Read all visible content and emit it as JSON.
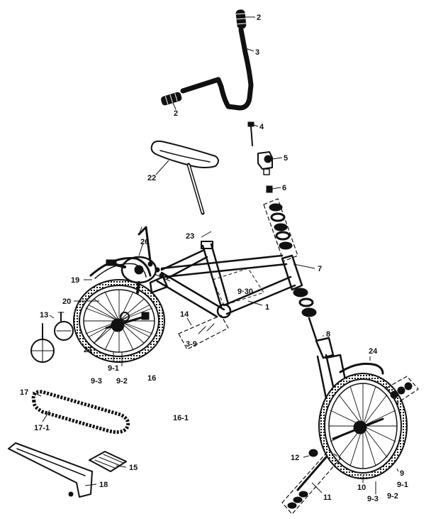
{
  "diagram": {
    "labels": [
      {
        "id": "grip-top",
        "text": "2"
      },
      {
        "id": "handlebar",
        "text": "3"
      },
      {
        "id": "grip-left",
        "text": "2"
      },
      {
        "id": "bolt",
        "text": "4"
      },
      {
        "id": "stem",
        "text": "5"
      },
      {
        "id": "stem-nut",
        "text": "6"
      },
      {
        "id": "headset",
        "text": "7"
      },
      {
        "id": "seat",
        "text": "22"
      },
      {
        "id": "seat-clamp",
        "text": "23"
      },
      {
        "id": "rear-fender",
        "text": "26"
      },
      {
        "id": "rear-tire",
        "text": "19"
      },
      {
        "id": "rear-rim",
        "text": "20"
      },
      {
        "id": "frame",
        "text": "1"
      },
      {
        "id": "kickstand",
        "text": "14"
      },
      {
        "id": "fork-bolt",
        "text": "8"
      },
      {
        "id": "front-fender",
        "text": "24"
      },
      {
        "id": "reflector",
        "text": "13"
      },
      {
        "id": "rear-hub",
        "text": "21"
      },
      {
        "id": "rear-axle-9-1",
        "text": "9-1"
      },
      {
        "id": "rear-axle-9-3",
        "text": "9-3"
      },
      {
        "id": "rear-axle-9-2",
        "text": "9-2"
      },
      {
        "id": "crank",
        "text": "16"
      },
      {
        "id": "crank-parts",
        "text": "16-1"
      },
      {
        "id": "chain",
        "text": "17"
      },
      {
        "id": "chain-link",
        "text": "17-1"
      },
      {
        "id": "pedal",
        "text": "15"
      },
      {
        "id": "chainguard",
        "text": "18"
      },
      {
        "id": "front-axle-nut",
        "text": "12"
      },
      {
        "id": "front-tire",
        "text": "9"
      },
      {
        "id": "front-9-1",
        "text": "9-1"
      },
      {
        "id": "front-9-2",
        "text": "9-2"
      },
      {
        "id": "front-hub",
        "text": "10"
      },
      {
        "id": "front-9-3",
        "text": "9-3"
      },
      {
        "id": "front-bearings",
        "text": "11"
      }
    ]
  }
}
